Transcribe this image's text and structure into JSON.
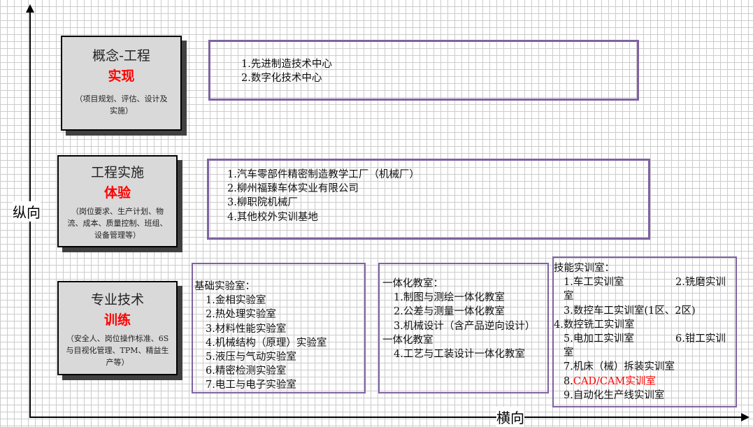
{
  "axes": {
    "vertical": "纵向",
    "horizontal": "横向"
  },
  "levels": [
    {
      "title": "概念-工程",
      "highlight": "实现",
      "desc": "（项目规划、评估、设计及实施）"
    },
    {
      "title": "工程实施",
      "highlight": "体验",
      "desc": "（岗位要求、生产计划、物流、成本、质量控制、班组、设备管理等）"
    },
    {
      "title": "专业技术",
      "highlight": "训练",
      "desc": "（安全人、岗位操作标准、6S与目视化管理、TPM、精益生产等）"
    }
  ],
  "concept_items": [
    "1.先进制造技术中心",
    "2.数字化技术中心"
  ],
  "engineering_items": [
    "1.汽车零部件精密制造教学工厂（机械厂）",
    "2.柳州福臻车体实业有限公司",
    "3.柳职院机械厂",
    "4.其他校外实训基地"
  ],
  "basic_labs": {
    "title": "基础实验室：",
    "items": [
      "1.金相实验室",
      "2.热处理实验室",
      "3.材料性能实验室",
      "4.机械结构（原理）实验室",
      "5.液压与气动实验室",
      "6.精密检测实验室",
      "7.电工与电子实验室"
    ]
  },
  "integrated": {
    "title": "一体化教室：",
    "items": [
      "1.制图与测绘一体化教室",
      "2.公差与测量一体化教室",
      "3.机械设计（含产品逆向设计）一体化教室",
      "4.工艺与工装设计一体化教室"
    ]
  },
  "skills": {
    "title": "技能实训室：",
    "items": [
      "1.车工实训室",
      "2.铣磨实训室",
      "3.数控车工实训室(1区、2区)",
      "4.数控铣工实训室",
      "5.电加工实训室",
      "6.钳工实训室",
      "7.机床（械）拆装实训室",
      "8.",
      "CAD/CAM实训室",
      "9.自动化生产线实训室"
    ]
  },
  "colors": {
    "frame": "#7e63a1",
    "highlight": "#ff0000",
    "box": "#d9d9d9"
  }
}
